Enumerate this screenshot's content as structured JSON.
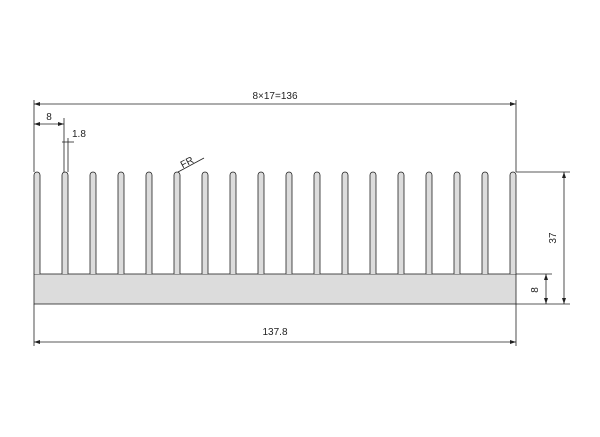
{
  "heatsink": {
    "fin_count": 18,
    "colors": {
      "fill": "#dcdcdc",
      "stroke": "#222222"
    }
  },
  "dimensions": {
    "top_span": "8×17=136",
    "pitch": "8",
    "fin_thickness": "1.8",
    "fillet": "FR",
    "height": "37",
    "base_thickness": "8",
    "overall_width": "137.8"
  }
}
